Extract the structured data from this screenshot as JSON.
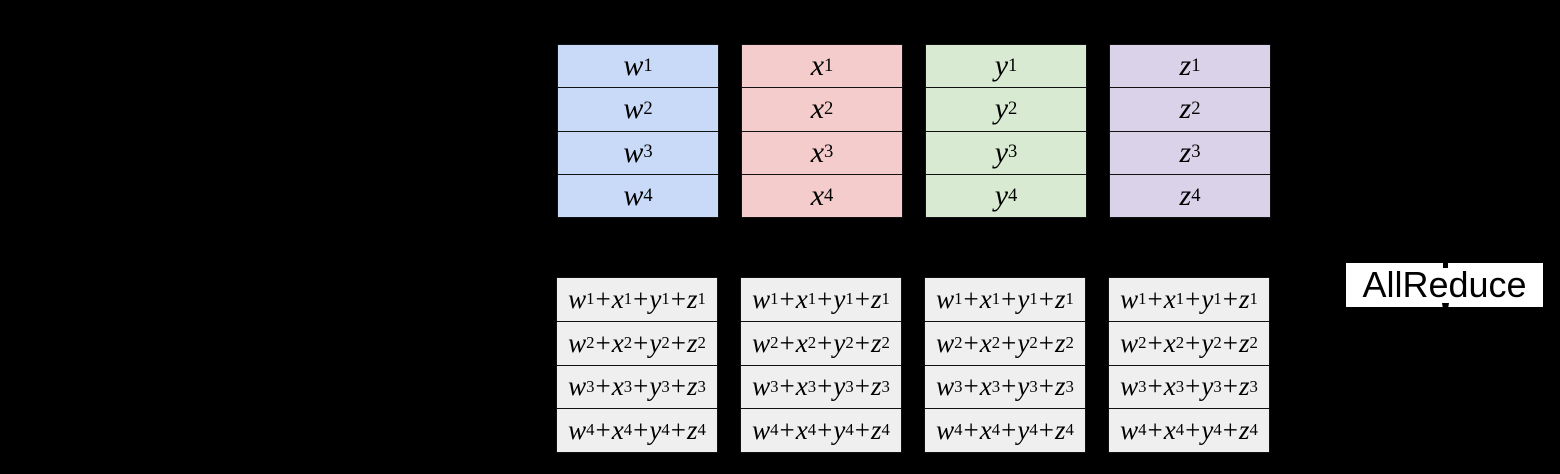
{
  "background": "#000000",
  "colors": {
    "shard_w_fill": "#c9daf8",
    "shard_x_fill": "#f4cccc",
    "shard_y_fill": "#d9ead3",
    "shard_z_fill": "#d9d2e9",
    "sum_fill": "#efefef",
    "border": "#111111",
    "label_fill": "#ffffff",
    "label_text": "#000000"
  },
  "operators": {
    "plus": "+"
  },
  "allreduce": {
    "label": "AllReduce"
  },
  "top_tables": [
    {
      "id": "w",
      "fill": "#c9daf8",
      "cells": [
        {
          "v": "w",
          "s": "1"
        },
        {
          "v": "w",
          "s": "2"
        },
        {
          "v": "w",
          "s": "3"
        },
        {
          "v": "w",
          "s": "4"
        }
      ]
    },
    {
      "id": "x",
      "fill": "#f4cccc",
      "cells": [
        {
          "v": "x",
          "s": "1"
        },
        {
          "v": "x",
          "s": "2"
        },
        {
          "v": "x",
          "s": "3"
        },
        {
          "v": "x",
          "s": "4"
        }
      ]
    },
    {
      "id": "y",
      "fill": "#d9ead3",
      "cells": [
        {
          "v": "y",
          "s": "1"
        },
        {
          "v": "y",
          "s": "2"
        },
        {
          "v": "y",
          "s": "3"
        },
        {
          "v": "y",
          "s": "4"
        }
      ]
    },
    {
      "id": "z",
      "fill": "#d9d2e9",
      "cells": [
        {
          "v": "z",
          "s": "1"
        },
        {
          "v": "z",
          "s": "2"
        },
        {
          "v": "z",
          "s": "3"
        },
        {
          "v": "z",
          "s": "4"
        }
      ]
    }
  ],
  "bottom_tables": [
    {
      "id": "sum-1",
      "fill": "#efefef",
      "rows": [
        [
          {
            "v": "w",
            "s": "1"
          },
          {
            "v": "x",
            "s": "1"
          },
          {
            "v": "y",
            "s": "1"
          },
          {
            "v": "z",
            "s": "1"
          }
        ],
        [
          {
            "v": "w",
            "s": "2"
          },
          {
            "v": "x",
            "s": "2"
          },
          {
            "v": "y",
            "s": "2"
          },
          {
            "v": "z",
            "s": "2"
          }
        ],
        [
          {
            "v": "w",
            "s": "3"
          },
          {
            "v": "x",
            "s": "3"
          },
          {
            "v": "y",
            "s": "3"
          },
          {
            "v": "z",
            "s": "3"
          }
        ],
        [
          {
            "v": "w",
            "s": "4"
          },
          {
            "v": "x",
            "s": "4"
          },
          {
            "v": "y",
            "s": "4"
          },
          {
            "v": "z",
            "s": "4"
          }
        ]
      ]
    },
    {
      "id": "sum-2",
      "fill": "#efefef",
      "rows": [
        [
          {
            "v": "w",
            "s": "1"
          },
          {
            "v": "x",
            "s": "1"
          },
          {
            "v": "y",
            "s": "1"
          },
          {
            "v": "z",
            "s": "1"
          }
        ],
        [
          {
            "v": "w",
            "s": "2"
          },
          {
            "v": "x",
            "s": "2"
          },
          {
            "v": "y",
            "s": "2"
          },
          {
            "v": "z",
            "s": "2"
          }
        ],
        [
          {
            "v": "w",
            "s": "3"
          },
          {
            "v": "x",
            "s": "3"
          },
          {
            "v": "y",
            "s": "3"
          },
          {
            "v": "z",
            "s": "3"
          }
        ],
        [
          {
            "v": "w",
            "s": "4"
          },
          {
            "v": "x",
            "s": "4"
          },
          {
            "v": "y",
            "s": "4"
          },
          {
            "v": "z",
            "s": "4"
          }
        ]
      ]
    },
    {
      "id": "sum-3",
      "fill": "#efefef",
      "rows": [
        [
          {
            "v": "w",
            "s": "1"
          },
          {
            "v": "x",
            "s": "1"
          },
          {
            "v": "y",
            "s": "1"
          },
          {
            "v": "z",
            "s": "1"
          }
        ],
        [
          {
            "v": "w",
            "s": "2"
          },
          {
            "v": "x",
            "s": "2"
          },
          {
            "v": "y",
            "s": "2"
          },
          {
            "v": "z",
            "s": "2"
          }
        ],
        [
          {
            "v": "w",
            "s": "3"
          },
          {
            "v": "x",
            "s": "3"
          },
          {
            "v": "y",
            "s": "3"
          },
          {
            "v": "z",
            "s": "3"
          }
        ],
        [
          {
            "v": "w",
            "s": "4"
          },
          {
            "v": "x",
            "s": "4"
          },
          {
            "v": "y",
            "s": "4"
          },
          {
            "v": "z",
            "s": "4"
          }
        ]
      ]
    },
    {
      "id": "sum-4",
      "fill": "#efefef",
      "rows": [
        [
          {
            "v": "w",
            "s": "1"
          },
          {
            "v": "x",
            "s": "1"
          },
          {
            "v": "y",
            "s": "1"
          },
          {
            "v": "z",
            "s": "1"
          }
        ],
        [
          {
            "v": "w",
            "s": "2"
          },
          {
            "v": "x",
            "s": "2"
          },
          {
            "v": "y",
            "s": "2"
          },
          {
            "v": "z",
            "s": "2"
          }
        ],
        [
          {
            "v": "w",
            "s": "3"
          },
          {
            "v": "x",
            "s": "3"
          },
          {
            "v": "y",
            "s": "3"
          },
          {
            "v": "z",
            "s": "3"
          }
        ],
        [
          {
            "v": "w",
            "s": "4"
          },
          {
            "v": "x",
            "s": "4"
          },
          {
            "v": "y",
            "s": "4"
          },
          {
            "v": "z",
            "s": "4"
          }
        ]
      ]
    }
  ]
}
